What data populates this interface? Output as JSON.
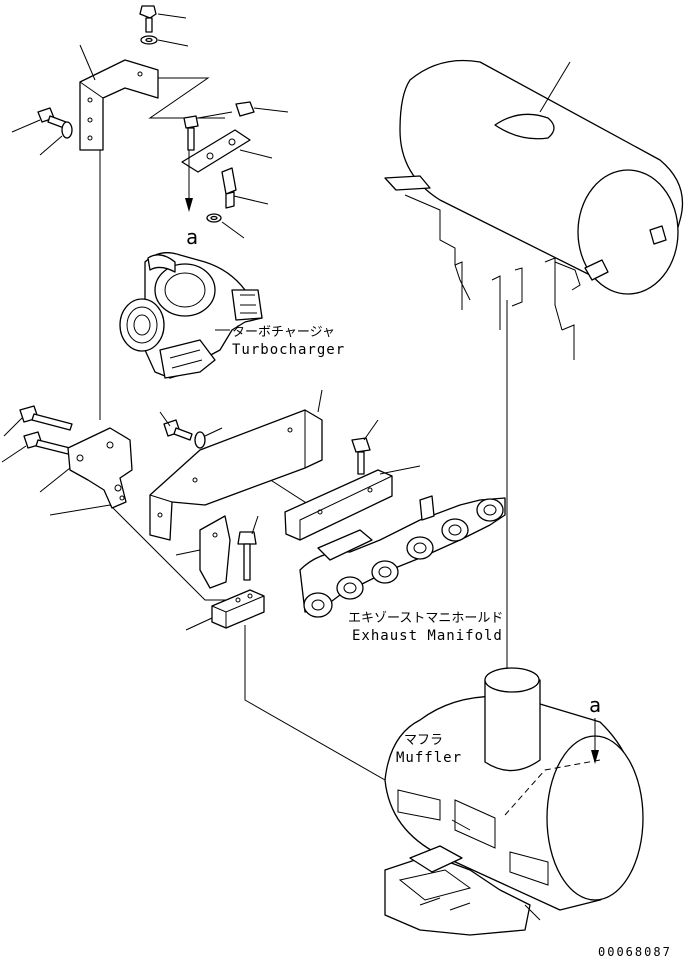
{
  "labels": {
    "turbocharger_jp": "ターボチャージャ",
    "turbocharger_en": "Turbocharger",
    "exhaust_manifold_jp": "エキゾーストマニホールド",
    "exhaust_manifold_en": "Exhaust Manifold",
    "muffler_jp": "マフラ",
    "muffler_en": "Muffler",
    "ref_a_top": "a",
    "ref_a_muffler": "a"
  },
  "drawing_id": "00068087"
}
